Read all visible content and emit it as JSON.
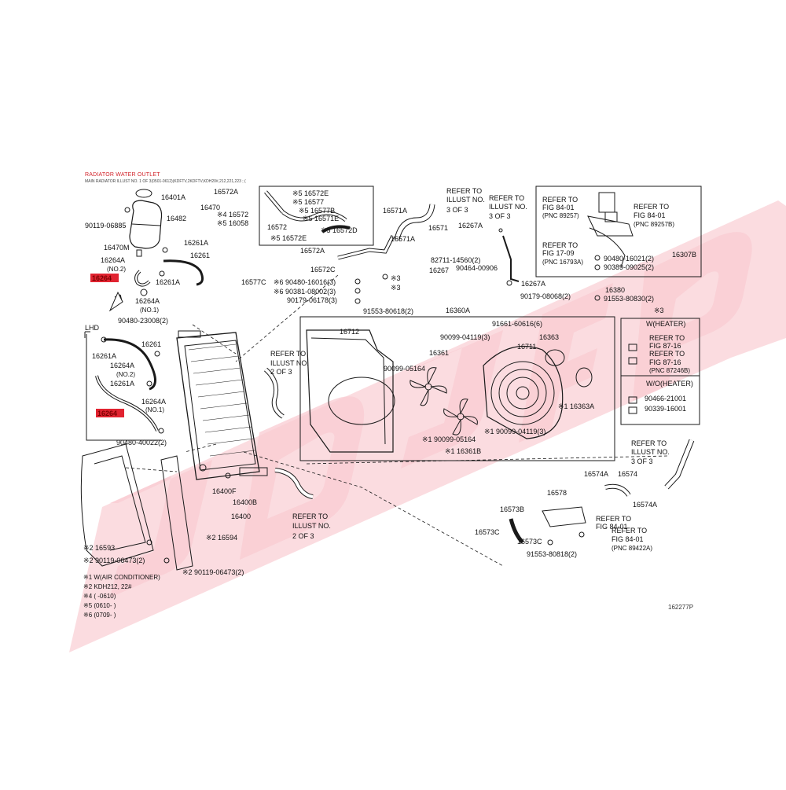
{
  "header": {
    "title": "RADIATOR WATER OUTLET",
    "subtitle": "MAIN RADIATOR ILLUST NO. 1 OF 3(0501-0612)(KDFTV,2KDFTV,KDH20#,212,221,223 ; ("
  },
  "watermark": {
    "text": "JDJ",
    "color": "#f08a98"
  },
  "diagram_id": "162277P",
  "labels": [
    {
      "id": "l0",
      "t": "16401A"
    },
    {
      "id": "l1",
      "t": "16470"
    },
    {
      "id": "l2",
      "t": "16482"
    },
    {
      "id": "l3",
      "t": "90119-06885"
    },
    {
      "id": "l4",
      "t": "16470M"
    },
    {
      "id": "l5",
      "t": "16261A"
    },
    {
      "id": "l6",
      "t": "16264A"
    },
    {
      "id": "l7",
      "t": "(NO.2)"
    },
    {
      "id": "l8",
      "t": "16261"
    },
    {
      "id": "l9",
      "t": "16264"
    },
    {
      "id": "l10",
      "t": "16261A"
    },
    {
      "id": "l11",
      "t": "16264A"
    },
    {
      "id": "l12",
      "t": "(NO.1)"
    },
    {
      "id": "l13",
      "t": "90480-23008(2)"
    },
    {
      "id": "l14",
      "t": "LHD"
    },
    {
      "id": "l15",
      "t": "16261"
    },
    {
      "id": "l16",
      "t": "16261A"
    },
    {
      "id": "l17",
      "t": "16264A"
    },
    {
      "id": "l18",
      "t": "(NO.2)"
    },
    {
      "id": "l19",
      "t": "16261A"
    },
    {
      "id": "l20",
      "t": "16264A"
    },
    {
      "id": "l21",
      "t": "(NO.1)"
    },
    {
      "id": "l22",
      "t": "16264"
    },
    {
      "id": "l23",
      "t": "90480-40022(2)"
    },
    {
      "id": "l24",
      "t": "16572A"
    },
    {
      "id": "l25",
      "t": "※4 16572"
    },
    {
      "id": "l26",
      "t": "※5 16058"
    },
    {
      "id": "l27",
      "t": "※5 16572E"
    },
    {
      "id": "l28",
      "t": "※5 16577"
    },
    {
      "id": "l29",
      "t": "※5 16577B"
    },
    {
      "id": "l30",
      "t": "※5 16571E"
    },
    {
      "id": "l31",
      "t": "16572"
    },
    {
      "id": "l32",
      "t": "※5 16572D"
    },
    {
      "id": "l33",
      "t": "※5 16572E"
    },
    {
      "id": "l34",
      "t": "16572A"
    },
    {
      "id": "l35",
      "t": "16572C"
    },
    {
      "id": "l36",
      "t": "16577C"
    },
    {
      "id": "l37",
      "t": "※6 90480-16016(3)"
    },
    {
      "id": "l38",
      "t": "※6 90381-08002(3)"
    },
    {
      "id": "l39",
      "t": "90179-06178(3)"
    },
    {
      "id": "l40",
      "t": "16571A"
    },
    {
      "id": "l41",
      "t": "16571"
    },
    {
      "id": "l42",
      "t": "16571A"
    },
    {
      "id": "l43",
      "t": "REFER TO"
    },
    {
      "id": "l44",
      "t": "ILLUST NO."
    },
    {
      "id": "l45",
      "t": "3 OF 3"
    },
    {
      "id": "l46",
      "t": "REFER TO"
    },
    {
      "id": "l47",
      "t": "ILLUST NO."
    },
    {
      "id": "l48",
      "t": "3 OF 3"
    },
    {
      "id": "l49",
      "t": "16267A"
    },
    {
      "id": "l50",
      "t": "82711-14560(2)"
    },
    {
      "id": "l51",
      "t": "16267"
    },
    {
      "id": "l52",
      "t": "90464-00906"
    },
    {
      "id": "l53",
      "t": "16267A"
    },
    {
      "id": "l54",
      "t": "※3"
    },
    {
      "id": "l55",
      "t": "※3"
    },
    {
      "id": "l56",
      "t": "90179-08068(2)"
    },
    {
      "id": "l57",
      "t": "REFER TO"
    },
    {
      "id": "l58",
      "t": "FIG 84-01"
    },
    {
      "id": "l59",
      "t": "(PNC 89257)"
    },
    {
      "id": "l60",
      "t": "REFER TO"
    },
    {
      "id": "l61",
      "t": "FIG 84-01"
    },
    {
      "id": "l62",
      "t": "(PNC 89257B)"
    },
    {
      "id": "l63",
      "t": "REFER TO"
    },
    {
      "id": "l64",
      "t": "FIG 17-09"
    },
    {
      "id": "l65",
      "t": "(PNC 16793A)"
    },
    {
      "id": "l66",
      "t": "16307B"
    },
    {
      "id": "l67",
      "t": "90480-16021(2)"
    },
    {
      "id": "l68",
      "t": "90389-09025(2)"
    },
    {
      "id": "l69",
      "t": "16380"
    },
    {
      "id": "l70",
      "t": "91553-80830(2)"
    },
    {
      "id": "l71",
      "t": "※3"
    },
    {
      "id": "l72",
      "t": "W(HEATER)"
    },
    {
      "id": "l73",
      "t": "REFER TO"
    },
    {
      "id": "l74",
      "t": "FIG 87-16"
    },
    {
      "id": "l75",
      "t": "REFER TO"
    },
    {
      "id": "l76",
      "t": "FIG 87-16"
    },
    {
      "id": "l77",
      "t": "(PNC 87246B)"
    },
    {
      "id": "l78",
      "t": "W/O(HEATER)"
    },
    {
      "id": "l79",
      "t": "90466-21001"
    },
    {
      "id": "l80",
      "t": "90339-16001"
    },
    {
      "id": "l81",
      "t": "16360A"
    },
    {
      "id": "l82",
      "t": "91553-80618(2)"
    },
    {
      "id": "l83",
      "t": "16712"
    },
    {
      "id": "l84",
      "t": "91661-60616(6)"
    },
    {
      "id": "l85",
      "t": "90099-04119(3)"
    },
    {
      "id": "l86",
      "t": "16363"
    },
    {
      "id": "l87",
      "t": "16711"
    },
    {
      "id": "l88",
      "t": "16361"
    },
    {
      "id": "l89",
      "t": "90099-05164"
    },
    {
      "id": "l90",
      "t": "※1 16363A"
    },
    {
      "id": "l91",
      "t": "※1 90099-05164"
    },
    {
      "id": "l92",
      "t": "※1 90099-04119(3)"
    },
    {
      "id": "l93",
      "t": "※1 16361B"
    },
    {
      "id": "l94",
      "t": "REFER TO"
    },
    {
      "id": "l95",
      "t": "ILLUST NO."
    },
    {
      "id": "l96",
      "t": "2 OF 3"
    },
    {
      "id": "l97",
      "t": "16400F"
    },
    {
      "id": "l98",
      "t": "16400B"
    },
    {
      "id": "l99",
      "t": "16400"
    },
    {
      "id": "l100",
      "t": "REFER TO"
    },
    {
      "id": "l101",
      "t": "ILLUST NO."
    },
    {
      "id": "l102",
      "t": "2 OF 3"
    },
    {
      "id": "l103",
      "t": "※2 16593"
    },
    {
      "id": "l104",
      "t": "※2 16594"
    },
    {
      "id": "l105",
      "t": "※2 90119-06473(2)"
    },
    {
      "id": "l106",
      "t": "※2 90119-06473(2)"
    },
    {
      "id": "l107",
      "t": "REFER TO"
    },
    {
      "id": "l108",
      "t": "ILLUST NO."
    },
    {
      "id": "l109",
      "t": "3 OF 3"
    },
    {
      "id": "l110",
      "t": "16574A"
    },
    {
      "id": "l111",
      "t": "16574"
    },
    {
      "id": "l112",
      "t": "16574A"
    },
    {
      "id": "l113",
      "t": "16578"
    },
    {
      "id": "l114",
      "t": "16573B"
    },
    {
      "id": "l115",
      "t": "16573C"
    },
    {
      "id": "l116",
      "t": "16573C"
    },
    {
      "id": "l117",
      "t": "REFER TO"
    },
    {
      "id": "l118",
      "t": "FIG 84-01"
    },
    {
      "id": "l119",
      "t": "REFER TO"
    },
    {
      "id": "l120",
      "t": "FIG 84-01"
    },
    {
      "id": "l121",
      "t": "(PNC 89422A)"
    },
    {
      "id": "l122",
      "t": "91553-80818(2)"
    },
    {
      "id": "l123",
      "t": "※1 W(AIR CONDITIONER)"
    },
    {
      "id": "l124",
      "t": "※2  KDH212, 22#"
    },
    {
      "id": "l125",
      "t": "※4  (       -0610)"
    },
    {
      "id": "l126",
      "t": "※5  (0610-       )"
    },
    {
      "id": "l127",
      "t": "※6  (0709-       )"
    }
  ]
}
